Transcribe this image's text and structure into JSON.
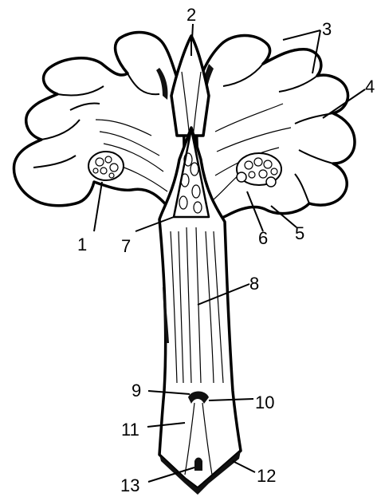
{
  "figure": {
    "labels": [
      {
        "id": "1",
        "text": "1"
      },
      {
        "id": "2",
        "text": "2"
      },
      {
        "id": "3",
        "text": "3"
      },
      {
        "id": "4",
        "text": "4"
      },
      {
        "id": "5",
        "text": "5"
      },
      {
        "id": "6",
        "text": "6"
      },
      {
        "id": "7",
        "text": "7"
      },
      {
        "id": "8",
        "text": "8"
      },
      {
        "id": "9",
        "text": "9"
      },
      {
        "id": "10",
        "text": "10"
      },
      {
        "id": "11",
        "text": "11"
      },
      {
        "id": "12",
        "text": "12"
      },
      {
        "id": "13",
        "text": "13"
      }
    ],
    "colors": {
      "ink": "#000000",
      "paper": "#ffffff"
    }
  }
}
